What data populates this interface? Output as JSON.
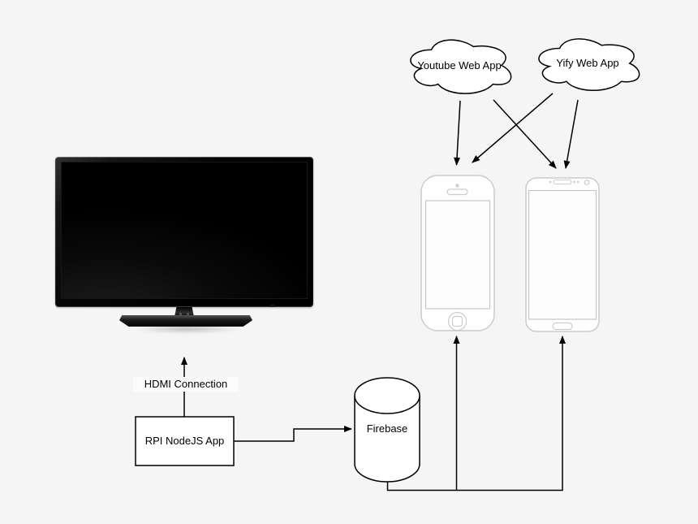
{
  "diagram": {
    "title": "Media streaming architecture diagram",
    "background_color": "#f5f5f5",
    "stroke_color": "#000000",
    "node_fill_color": "#ffffff",
    "phone_outline_color": "#cccccc",
    "nodes": {
      "youtube_cloud": {
        "label": "Youtube Web App",
        "shape": "cloud"
      },
      "yify_cloud": {
        "label": "Yify Web App",
        "shape": "cloud"
      },
      "tv": {
        "label": "",
        "shape": "television"
      },
      "iphone": {
        "label": "",
        "shape": "iphone-mockup"
      },
      "android_phone": {
        "label": "",
        "shape": "android-phone-mockup"
      },
      "rpi_app": {
        "label": "RPI NodeJS App",
        "shape": "rectangle"
      },
      "firebase": {
        "label": "Firebase",
        "shape": "database-cylinder"
      }
    },
    "edges": [
      {
        "from": "youtube_cloud",
        "to": "iphone",
        "label": ""
      },
      {
        "from": "youtube_cloud",
        "to": "android_phone",
        "label": ""
      },
      {
        "from": "yify_cloud",
        "to": "iphone",
        "label": ""
      },
      {
        "from": "yify_cloud",
        "to": "android_phone",
        "label": ""
      },
      {
        "from": "rpi_app",
        "to": "tv",
        "label": "HDMI Connection"
      },
      {
        "from": "rpi_app",
        "to": "firebase",
        "label": ""
      },
      {
        "from": "firebase",
        "to": "iphone",
        "label": ""
      },
      {
        "from": "firebase",
        "to": "android_phone",
        "label": ""
      }
    ]
  }
}
